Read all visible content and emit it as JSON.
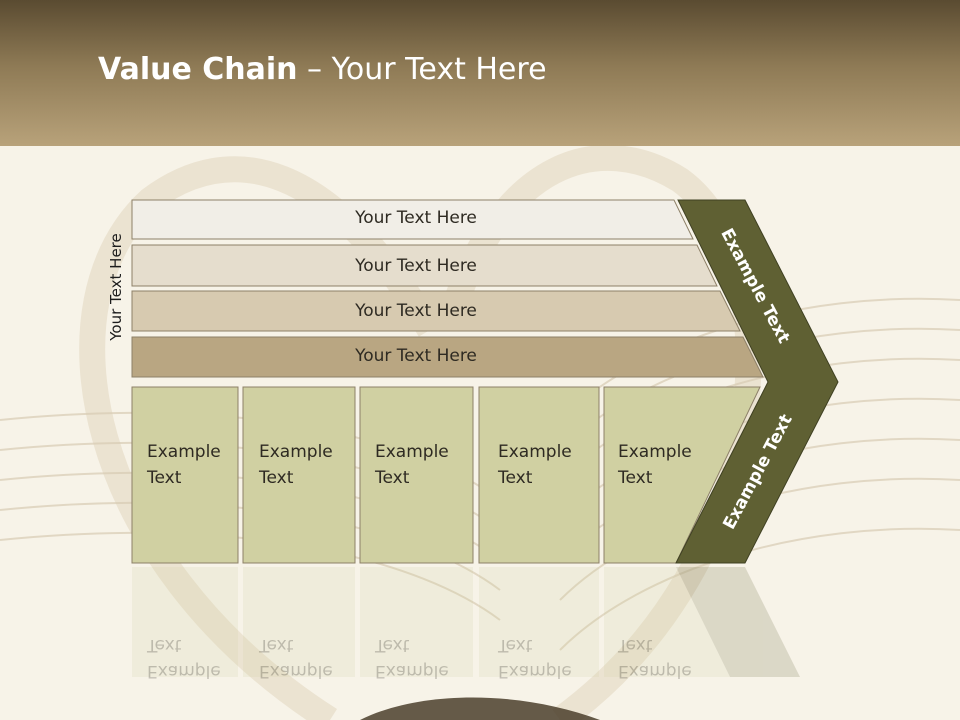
{
  "slide": {
    "title_bold": "Value Chain",
    "title_rest": " – Your Text Here"
  },
  "diagram": {
    "side_label": "Your Text Here",
    "bars": [
      {
        "label": "Your Text Here",
        "color": "#f1eee7"
      },
      {
        "label": "Your Text Here",
        "color": "#e5ddcd"
      },
      {
        "label": "Your Text Here",
        "color": "#d7cab0"
      },
      {
        "label": "Your Text Here",
        "color": "#b9a682"
      }
    ],
    "boxes": [
      {
        "line1": "Example",
        "line2": "Text"
      },
      {
        "line1": "Example",
        "line2": "Text"
      },
      {
        "line1": "Example",
        "line2": "Text"
      },
      {
        "line1": "Example",
        "line2": "Text"
      },
      {
        "line1": "Example",
        "line2": "Text"
      }
    ],
    "chevron_upper": "Example Text",
    "chevron_lower": "Example Text",
    "box_color": "#d0d0a2",
    "chevron_color": "#5f6033"
  }
}
